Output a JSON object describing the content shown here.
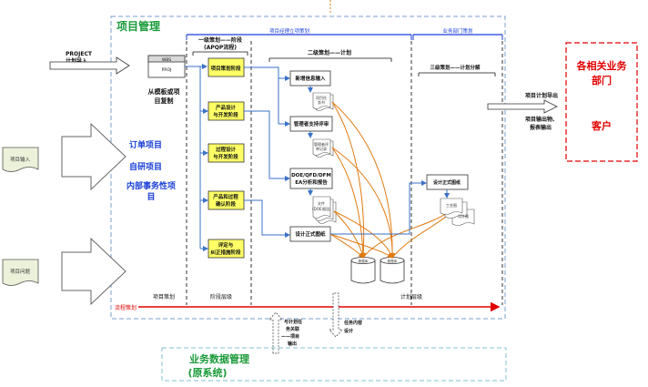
{
  "frame": {
    "title": "项目管理",
    "top_band_label": "项目经理立项策划",
    "right_band_label": "业务部门策划",
    "layer_project": "项目策划",
    "layer_stage": "阶段层级",
    "layer_plan": "计划层级",
    "axis_label": "流程策划"
  },
  "left": {
    "import_label_1": "PROJECT",
    "import_label_2": "计划导入",
    "doc_project_input": "项目输入",
    "doc_project_issue": "项目问题",
    "order_project": "订单项目",
    "rd_project": "自研项目",
    "internal_project_1": "内部事务性项",
    "internal_project_2": "目"
  },
  "source": {
    "box_top": "WBS",
    "box_bottom": "PROJ",
    "caption_1": "从模板或项",
    "caption_2": "目复制"
  },
  "stage": {
    "header_1": "一级策划——阶段",
    "header_2": "(APQP流程)",
    "boxes": [
      {
        "l1": "项目策划阶段",
        "l2": ""
      },
      {
        "l1": "产品设计",
        "l2": "与开发阶段"
      },
      {
        "l1": "过程设计",
        "l2": "与开发阶段"
      },
      {
        "l1": "产品和过程",
        "l2": "确认阶段"
      },
      {
        "l1": "评定与",
        "l2": "纠正措施阶段"
      }
    ]
  },
  "plan": {
    "header": "二级策划——计划",
    "tasks": [
      {
        "l1": "新增信息输入",
        "l2": ""
      },
      {
        "l1": "管理者支持评审",
        "l2": ""
      },
      {
        "l1": "DOE/QFD/DFM",
        "l2": "EA分析和报告"
      },
      {
        "l1": "设计正式图纸",
        "l2": ""
      }
    ],
    "docs": [
      {
        "l1": "项目任",
        "l2": "务书"
      },
      {
        "l1": "管理者评",
        "l2": "审记录"
      },
      {
        "l1": "文件",
        "l2": "(DOE)报告"
      }
    ],
    "db_1": "数据库",
    "db_2": "数据库"
  },
  "detail": {
    "header": "三级策划——计划分解",
    "task": "设计正式图纸",
    "docs": [
      "工艺图",
      "设计图"
    ]
  },
  "right": {
    "export_1": "项目计划导出",
    "export_2": "项目输出物、",
    "export_3": "报表输出",
    "panel_title_1": "各相关业务",
    "panel_title_2": "部门",
    "panel_sub": "客户"
  },
  "bottom": {
    "arrow_left_1": "与计划任",
    "arrow_left_2": "务关联",
    "arrow_left_3": "——项目",
    "arrow_left_4": "输出",
    "arrow_right_1": "任务内容",
    "arrow_right_2": "设计",
    "biz_title_1": "业务数据管理",
    "biz_title_2": "(原系统)"
  },
  "colors": {
    "frame_dash": "#7a9ccc",
    "blue": "#1a3fd6",
    "green": "#1a9a3a",
    "red": "#e00000",
    "yellow": "#ffff66",
    "orange": "#e07a10",
    "arrow_blue": "#3a72c8",
    "doc_fill": "#ecf2da"
  }
}
